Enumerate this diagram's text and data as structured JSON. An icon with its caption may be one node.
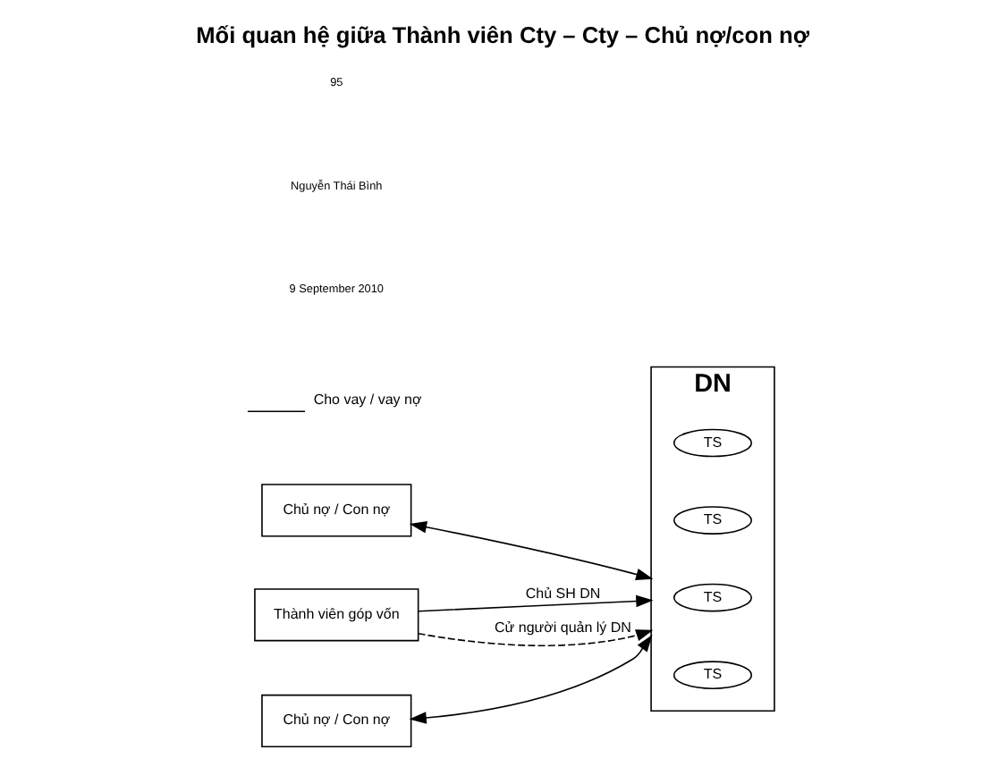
{
  "diagram": {
    "title": "Mối quan hệ giữa Thành viên Cty – Cty – Chủ nợ/con nợ",
    "nodes": [
      {
        "text": [
          "Chủ nợ / Con nợ"
        ]
      },
      {
        "text": [
          "Thành viên góp vốn"
        ]
      },
      {
        "text": [
          "DN"
        ]
      },
      {
        "text": [
          "TS"
        ],
        "in": 2
      },
      {
        "text": [
          "TS"
        ],
        "in": 2
      },
      {
        "text": [
          "TS"
        ],
        "in": 2
      },
      {
        "text": [
          "TS"
        ],
        "in": 2
      },
      {
        "text": [
          "Chủ nợ / Con nợ"
        ]
      }
    ],
    "edges": [
      {
        "from": 1,
        "to": 2,
        "arrow": "to",
        "label": "Chủ SH DN"
      },
      {
        "from": 1,
        "to": 2,
        "arrow": "to",
        "label": "Cử người quản lý DN",
        "style": "dashed"
      },
      {
        "from": 0,
        "to": 2,
        "arrow": "both"
      },
      {
        "from": 7,
        "to": 2,
        "arrow": "both"
      }
    ],
    "labels": [
      "9 September 2010",
      "Nguyễn Thái Bình",
      "95"
    ],
    "legend": [
      {
        "text": "Cho vay / vay nợ"
      }
    ]
  }
}
